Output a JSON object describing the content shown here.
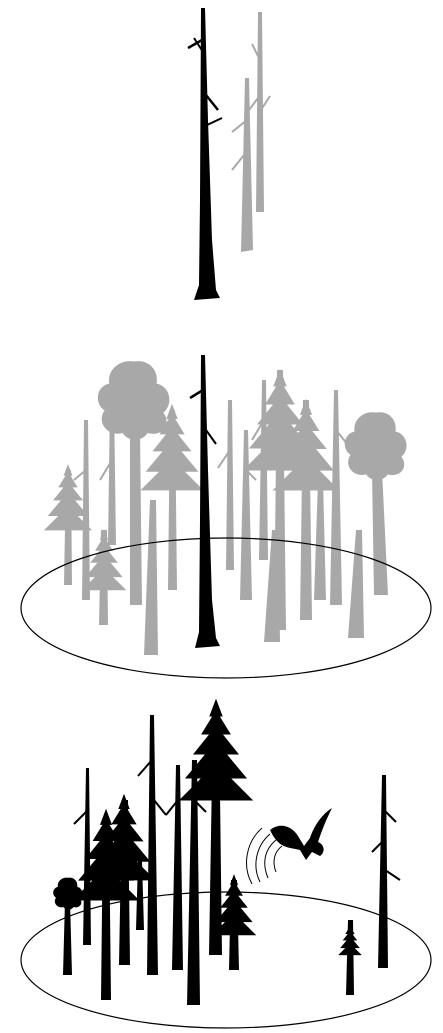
{
  "figure": {
    "panels": [
      {
        "id": "single-snag",
        "description_hidden": ""
      },
      {
        "id": "stand-with-plot",
        "description_hidden": ""
      },
      {
        "id": "stand-with-bat",
        "description_hidden": ""
      }
    ]
  },
  "colors": {
    "background": "#ffffff",
    "focal": "#000000",
    "context": "#a8a8a8",
    "outline": "#000000"
  },
  "icons": [
    "snag-icon",
    "conifer-icon",
    "deciduous-tree-icon",
    "bat-icon",
    "echolocation-waves-icon",
    "plot-ellipse-icon"
  ]
}
